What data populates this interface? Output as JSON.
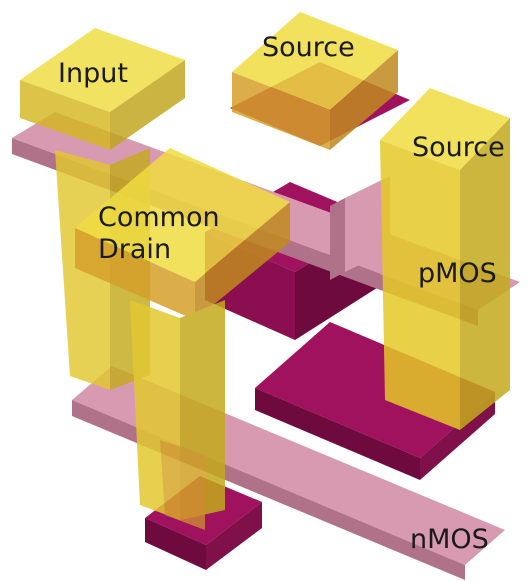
{
  "labels": {
    "input": "Input",
    "source_top": "Source",
    "source_right": "Source",
    "common_drain_line1": "Common",
    "common_drain_line2": "Drain",
    "pmos": "pMOS",
    "nmos": "nMOS"
  },
  "colors": {
    "metal_yellow": "#e8d020",
    "metal_yellow_dark": "#b8a010",
    "gold": "#d6a02a",
    "magenta": "#a0125e",
    "magenta_dark": "#6e0a3e",
    "pink": "#d89ab0",
    "pink_dark": "#b07288"
  }
}
